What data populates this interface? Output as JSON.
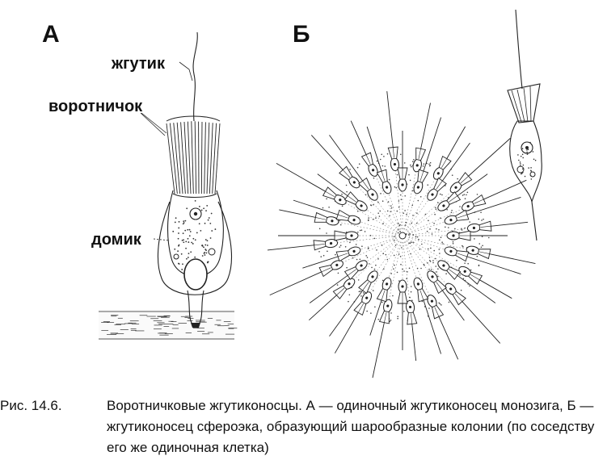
{
  "figure": {
    "panels": [
      {
        "letter": "А"
      },
      {
        "letter": "Б"
      }
    ],
    "labels": {
      "flagellum": "жгутик",
      "collar": "воротничок",
      "house": "домик"
    },
    "caption": {
      "label": "Рис. 14.6.",
      "text": "Воротничковые жгутиконосцы. А — одиночный жгутиконосец монозига, Б — жгутиконосец сфероэка, образующий шарообразные колонии (по соседству его же одиночная клетка)"
    }
  }
}
